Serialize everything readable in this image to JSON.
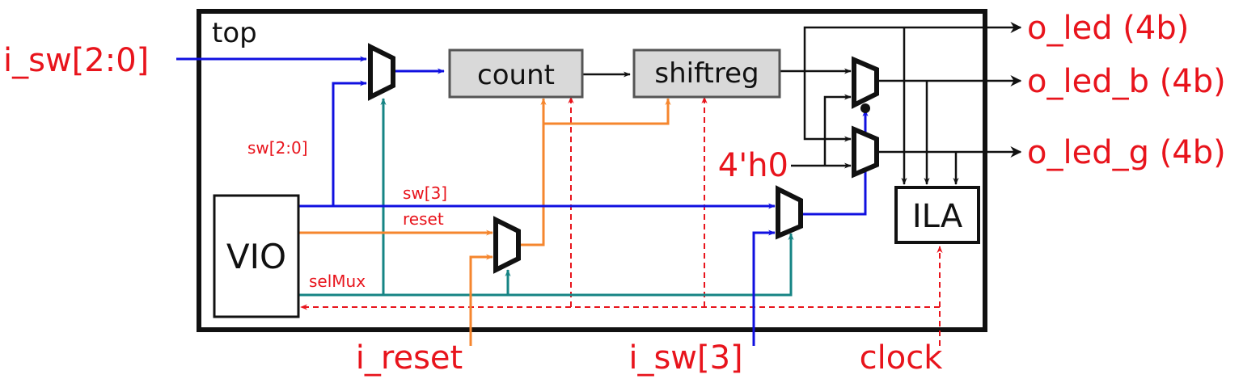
{
  "top_label": "top",
  "blocks": {
    "count": "count",
    "shiftreg": "shiftreg",
    "vio": "VIO",
    "ila": "ILA"
  },
  "inputs": {
    "i_sw_2_0": "i_sw[2:0]",
    "i_reset": "i_reset",
    "i_sw_3": "i_sw[3]",
    "clock": "clock",
    "const_zero": "4'h0"
  },
  "outputs": {
    "o_led": "o_led (4b)",
    "o_led_b": "o_led_b (4b)",
    "o_led_g": "o_led_g (4b)"
  },
  "signals": {
    "sw_2_0": "sw[2:0]",
    "sw_3": "sw[3]",
    "reset": "reset",
    "selMux": "selMux"
  },
  "colors": {
    "blue": "#1010e0",
    "orange": "#f5862e",
    "teal": "#168484",
    "red": "#e8141c",
    "black": "#111111",
    "block_fill": "#d9d9d9"
  }
}
